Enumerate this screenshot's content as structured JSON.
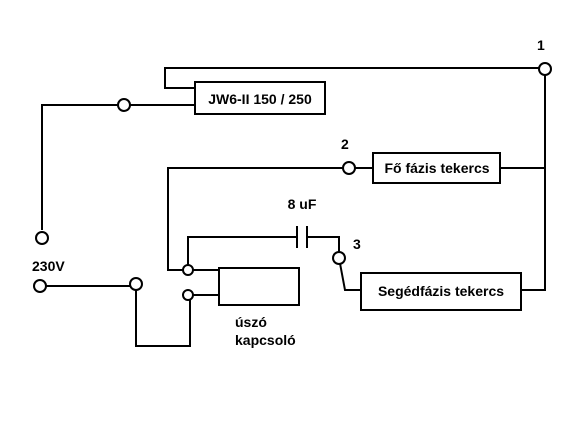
{
  "labels": {
    "relay": "JW6-II 150 / 250",
    "main_winding": "Fő fázis tekercs",
    "aux_winding": "Segédfázis tekercs",
    "capacitor": "8 uF",
    "voltage": "230V",
    "float_switch_line1": "úszó",
    "float_switch_line2": "kapcsoló",
    "node1": "1",
    "node2": "2",
    "node3": "3"
  },
  "colors": {
    "ink": "#000000",
    "background": "#ffffff"
  }
}
